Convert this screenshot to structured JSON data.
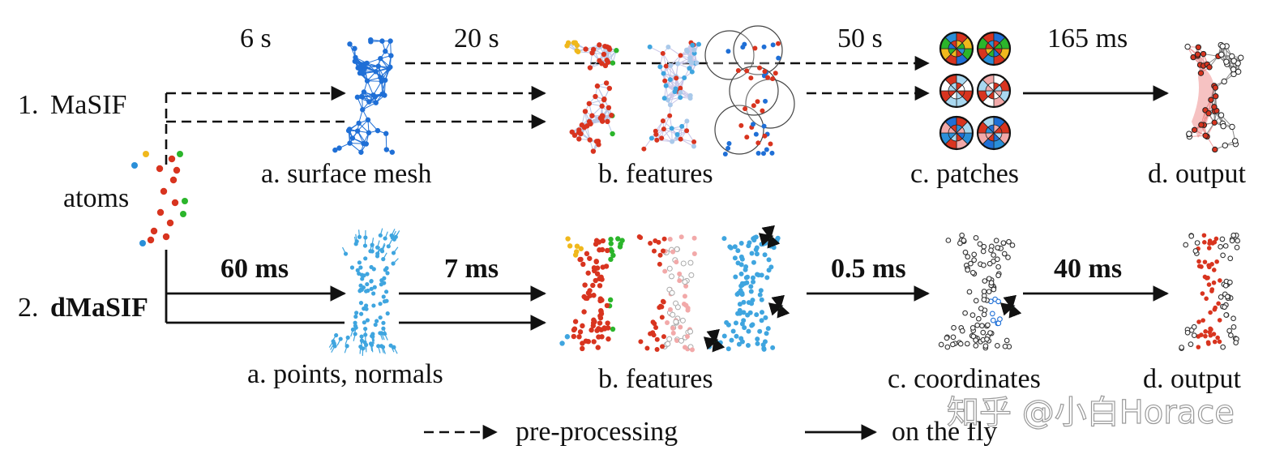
{
  "rows": {
    "masif": {
      "prefix": "1.",
      "name": "MaSIF"
    },
    "dmasif": {
      "prefix": "2.",
      "name": "dMaSIF"
    }
  },
  "atoms_label": "atoms",
  "masif_stages": {
    "mesh": "a. surface mesh",
    "features": "b. features",
    "patches": "c. patches",
    "output": "d. output"
  },
  "masif_times": [
    "6 s",
    "20 s",
    "50 s",
    "165 ms"
  ],
  "dmasif_stages": {
    "points": "a. points, normals",
    "features": "b. features",
    "coordinates": "c. coordinates",
    "output": "d. output"
  },
  "dmasif_times": [
    "60 ms",
    "7 ms",
    "0.5 ms",
    "40 ms"
  ],
  "legend": {
    "dashed": "pre-processing",
    "solid": "on the fly"
  },
  "watermark": "知乎 @小白Horace",
  "colors": {
    "atom_red": "#d8341f",
    "atom_green": "#2bb52b",
    "atom_yellow": "#f0b81c",
    "atom_blue": "#2a8fd8",
    "mesh_blue": "#1f6fd6",
    "point_blue": "#3fa5df",
    "pale_blue": "#a9c9ea",
    "pale_red": "#f2a9a9"
  },
  "icons": [
    "dashed-arrow-icon",
    "solid-arrow-icon",
    "coordinate-frame-icon",
    "patch-disc-icon"
  ]
}
